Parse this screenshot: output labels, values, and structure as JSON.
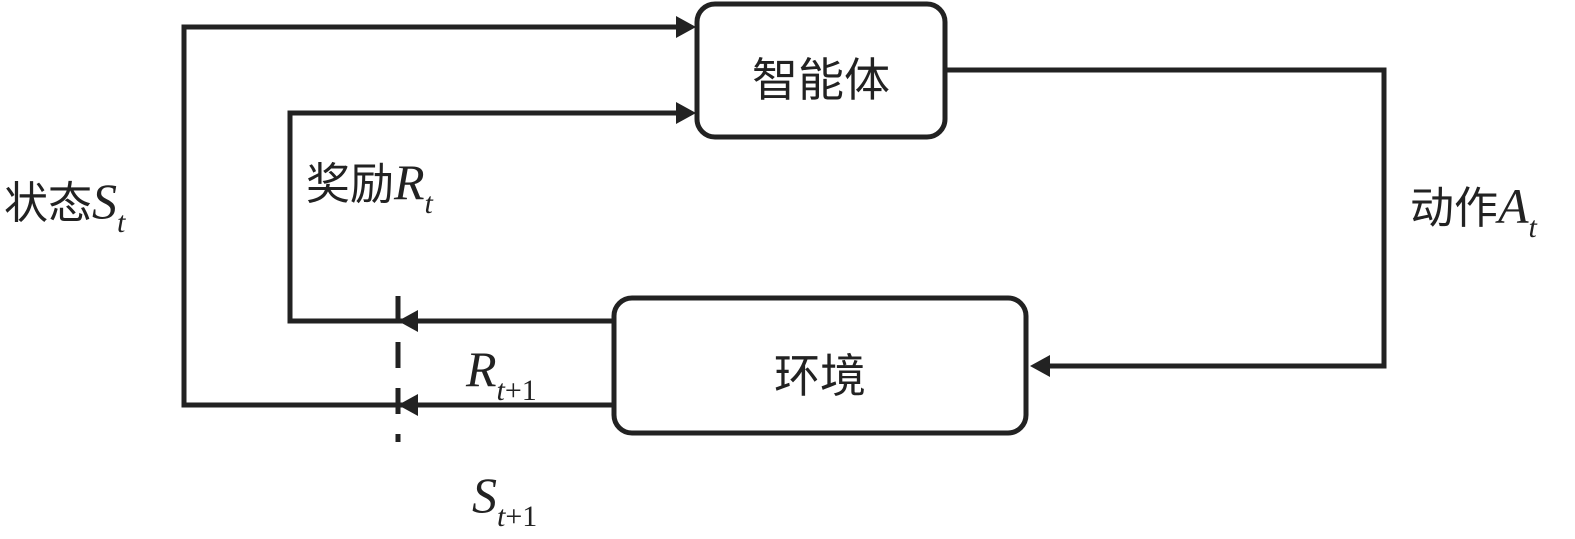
{
  "agent": {
    "label": "智能体"
  },
  "environment": {
    "label": "环境"
  },
  "state": {
    "text": "状态",
    "symbol": "S",
    "subscript": "t"
  },
  "reward": {
    "text": "奖励",
    "symbol": "R",
    "subscript": "t"
  },
  "action": {
    "text": "动作",
    "symbol": "A",
    "subscript": "t"
  },
  "next_reward": {
    "symbol": "R",
    "subscript_var": "t",
    "subscript_rest": "+1"
  },
  "next_state": {
    "symbol": "S",
    "subscript_var": "t",
    "subscript_rest": "+1"
  },
  "colors": {
    "line": "#222222",
    "background": "#ffffff"
  }
}
